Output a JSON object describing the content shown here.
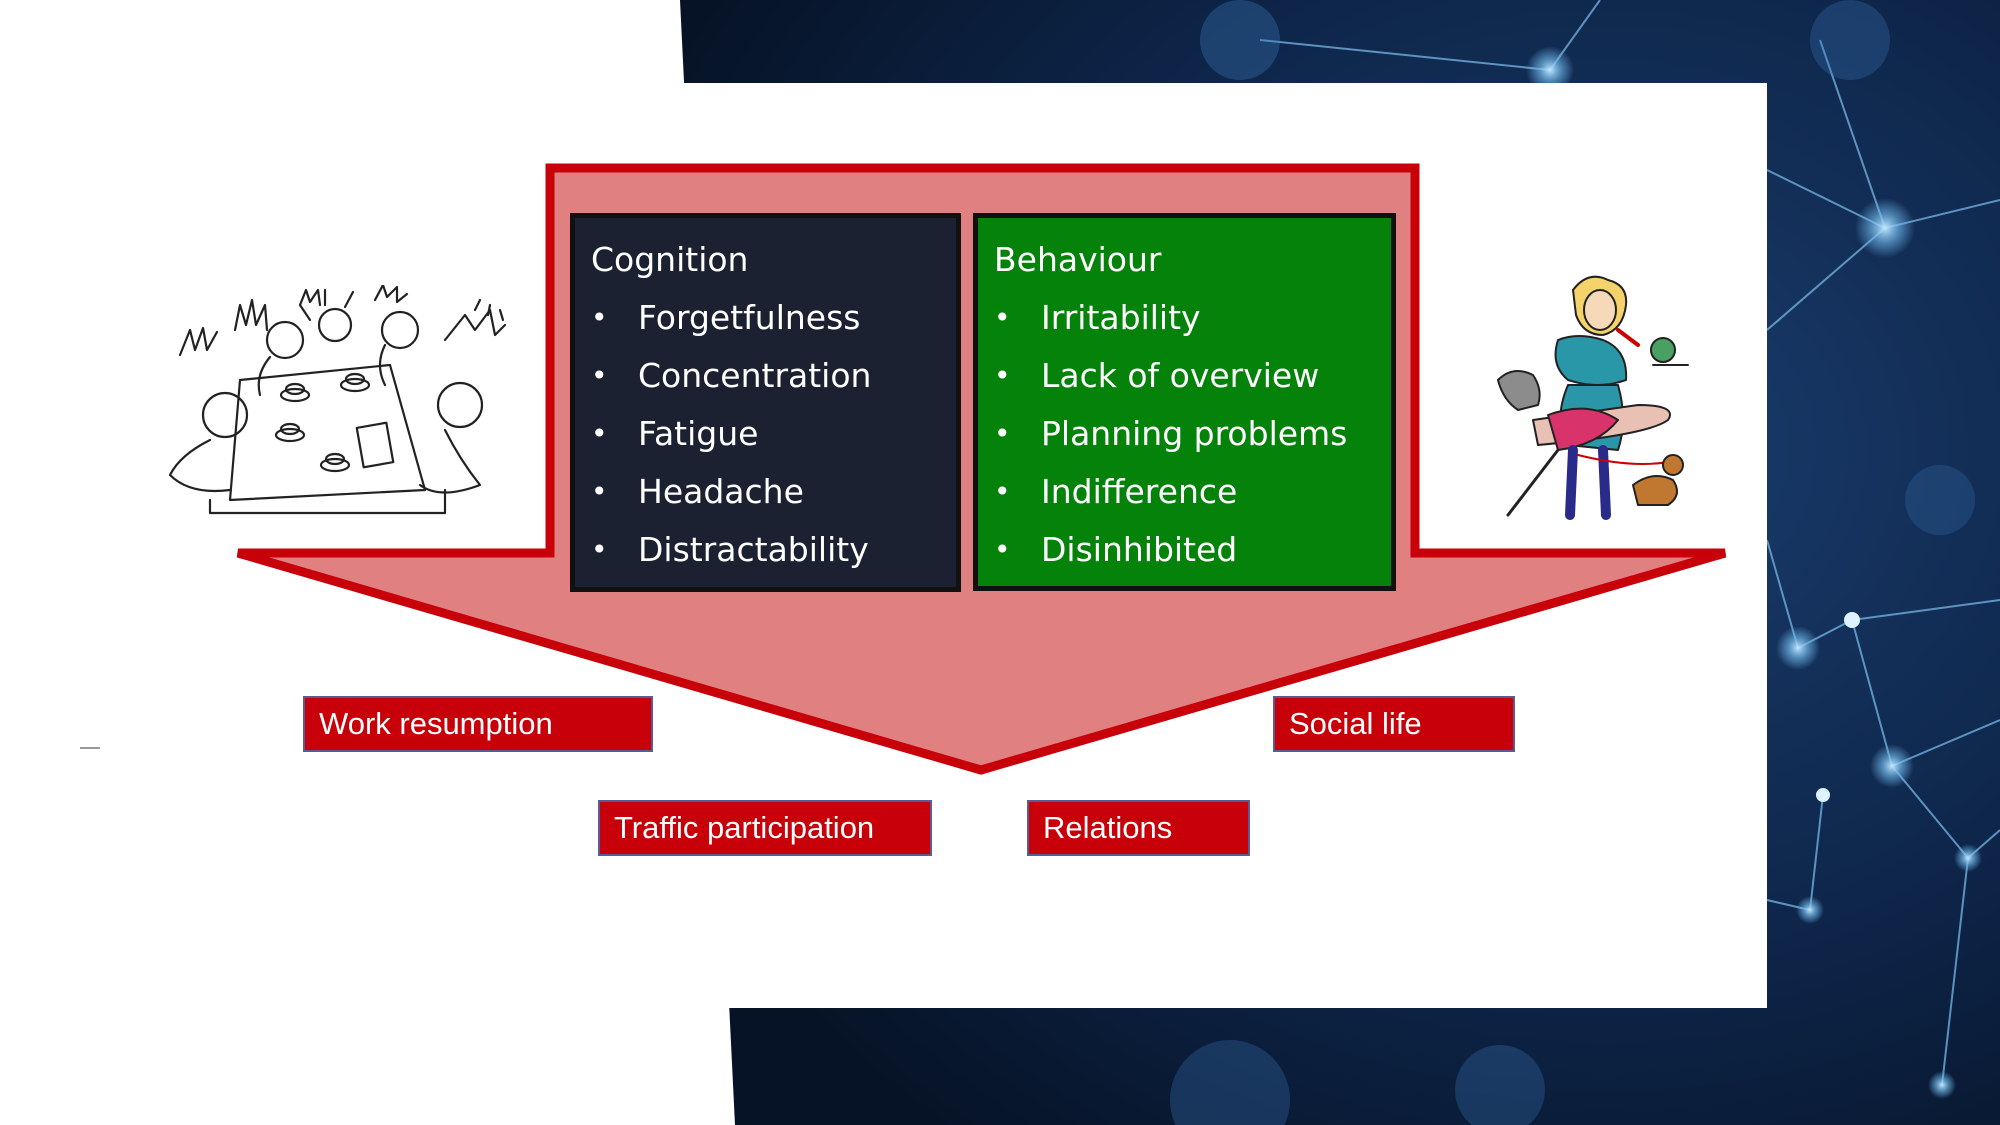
{
  "cognition": {
    "title": "Cognition",
    "items": [
      "Forgetfulness",
      "Concentration",
      "Fatigue",
      "Headache",
      "Distractability"
    ]
  },
  "behaviour": {
    "title": "Behaviour",
    "items": [
      "Irritability",
      "Lack of overview",
      "Planning problems",
      "Indifference",
      "Disinhibited"
    ]
  },
  "outcomes": {
    "work": "Work resumption",
    "traffic": "Traffic participation",
    "relations": "Relations",
    "social": "Social life"
  },
  "colors": {
    "arrow_fill": "#e08080",
    "arrow_stroke": "#c8000a",
    "cognition_bg": "#1b2131",
    "behaviour_bg": "#04820a",
    "tag_bg": "#c8000a",
    "background_dark": "#0a1a33"
  },
  "icons": {
    "left": "meeting-cartoon-icon",
    "right": "stressed-person-cartoon-icon"
  }
}
